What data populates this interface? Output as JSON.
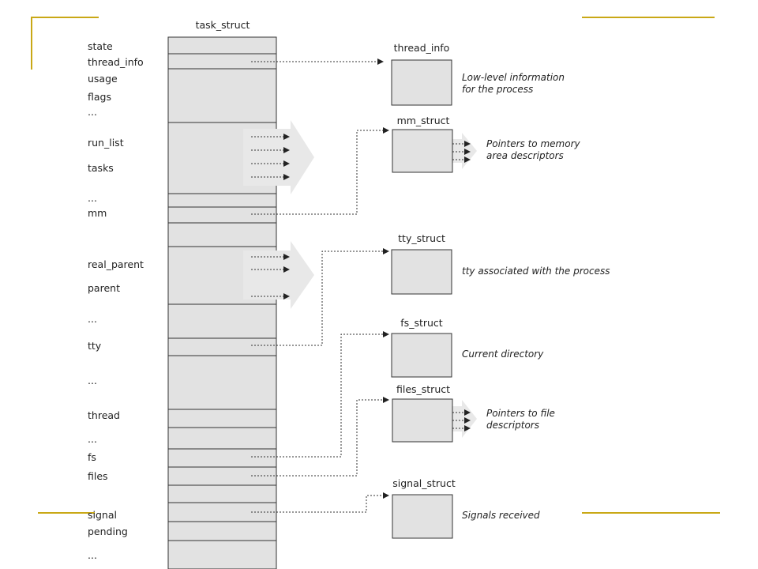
{
  "task_struct": {
    "title": "task_struct",
    "fields": [
      "state",
      "thread_info",
      "usage",
      "flags",
      "...",
      "run_list",
      "tasks",
      "...",
      "mm",
      "real_parent",
      "parent",
      "...",
      "tty",
      "...",
      "thread",
      "...",
      "fs",
      "files",
      "signal",
      "pending",
      "..."
    ]
  },
  "structs": [
    {
      "title": "thread_info",
      "desc": [
        "Low-level information",
        "for the process"
      ]
    },
    {
      "title": "mm_struct",
      "desc": [
        "Pointers to memory",
        "area descriptors"
      ]
    },
    {
      "title": "tty_struct",
      "desc": [
        "tty associated with the process"
      ]
    },
    {
      "title": "fs_struct",
      "desc": [
        "Current directory"
      ]
    },
    {
      "title": "files_struct",
      "desc": [
        "Pointers to file",
        "descriptors"
      ]
    },
    {
      "title": "signal_struct",
      "desc": [
        "Signals received"
      ]
    }
  ],
  "colors": {
    "accent_line": "#c9a816",
    "box_fill": "#e2e2e2",
    "fan_arrow": "#e8e8e8"
  }
}
